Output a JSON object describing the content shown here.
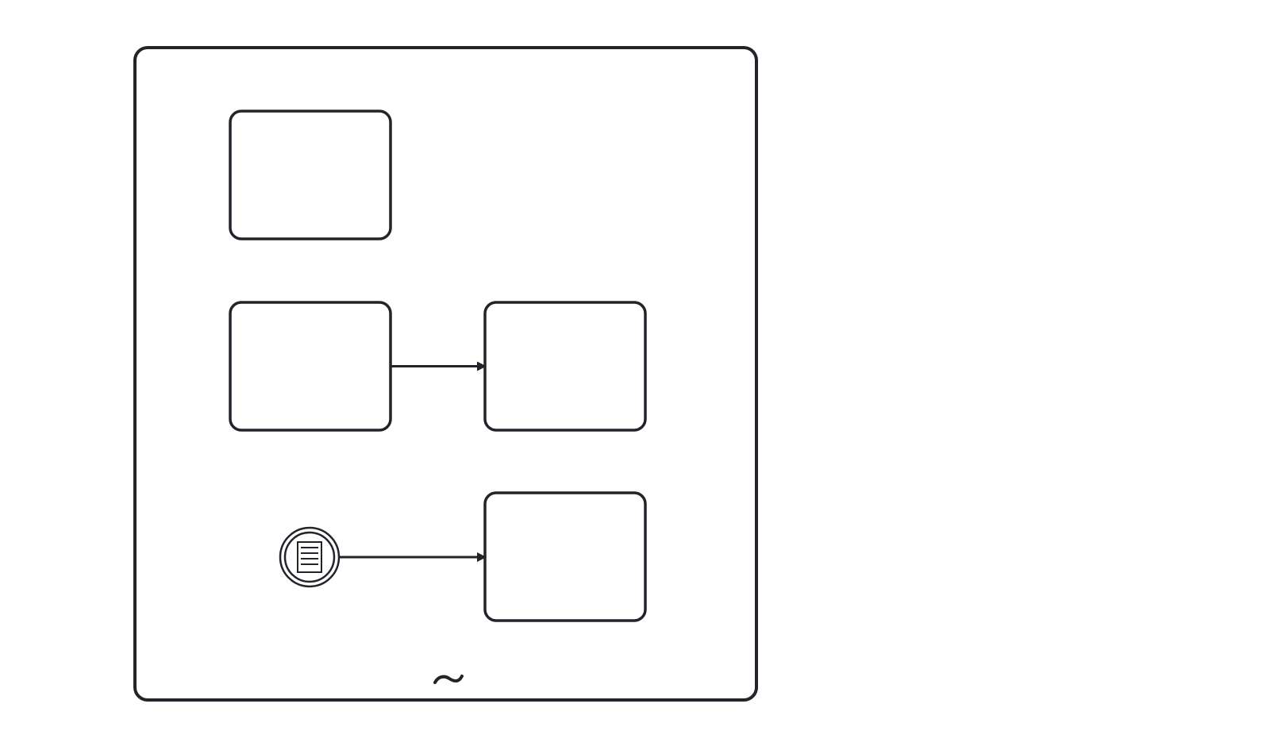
{
  "diagram": {
    "type": "bpmn",
    "colors": {
      "stroke": "#22242a",
      "fill": "#ffffff",
      "background": "#ffffff"
    },
    "subprocess": {
      "kind": "ad-hoc-subprocess",
      "marker_icon": "tilde-adhoc-marker-icon",
      "label": ""
    },
    "tasks": [
      {
        "id": "task-1",
        "label": ""
      },
      {
        "id": "task-2",
        "label": ""
      },
      {
        "id": "task-3",
        "label": ""
      },
      {
        "id": "task-4",
        "label": ""
      }
    ],
    "events": [
      {
        "id": "boundary-event-1",
        "kind": "intermediate-conditional-event",
        "icon": "conditional-document-icon"
      }
    ],
    "flows": [
      {
        "from": "task-2",
        "to": "task-3",
        "kind": "sequence-flow"
      },
      {
        "from": "boundary-event-1",
        "to": "task-4",
        "kind": "sequence-flow"
      }
    ]
  }
}
